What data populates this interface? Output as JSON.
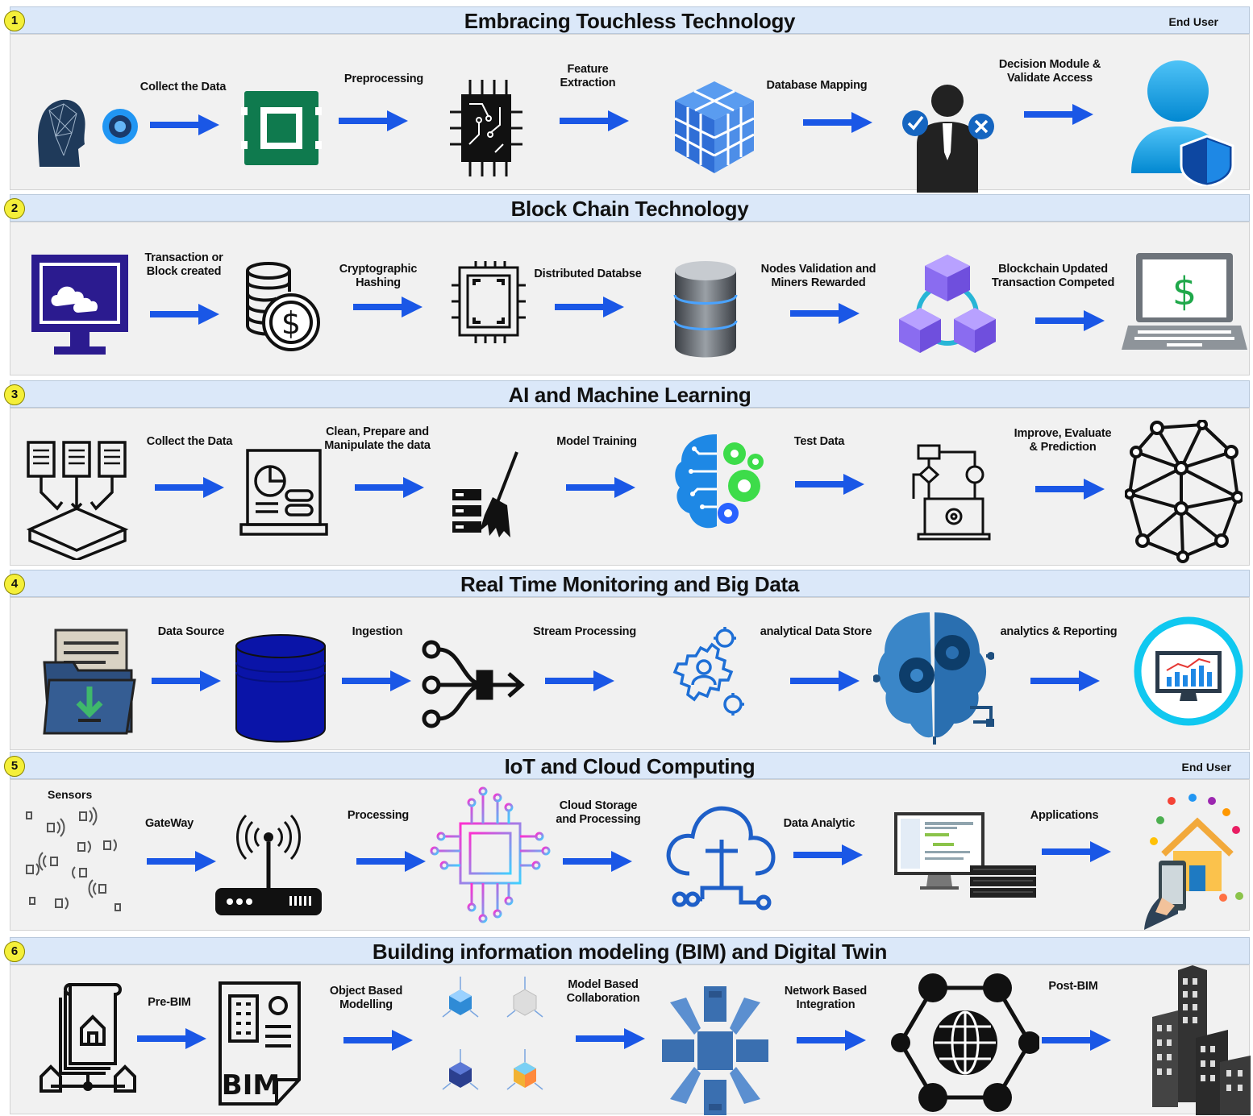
{
  "sections": [
    {
      "number": "1",
      "title": "Embracing Touchless Technology",
      "corner_label": "End User",
      "step_labels": [
        "Collect the Data",
        "Preprocessing",
        "Feature\nExtraction",
        "Database Mapping",
        "Decision Module &\nValidate Access"
      ],
      "icons": [
        "face-recognition-icon",
        "chip-icon",
        "circuit-chip-icon",
        "database-cube-icon",
        "decision-person-icon",
        "end-user-shield-icon"
      ]
    },
    {
      "number": "2",
      "title": "Block Chain Technology",
      "corner_label": "",
      "step_labels": [
        "Transaction or\nBlock created",
        "Cryptographic\nHashing",
        "Distributed Databse",
        "Nodes Validation and\nMiners Rewarded",
        "Blockchain Updated\nTransaction Competed"
      ],
      "icons": [
        "monitor-cloud-icon",
        "coins-dollar-icon",
        "chip-outline-icon",
        "database-cylinder-icon",
        "blockchain-cubes-icon",
        "laptop-dollar-icon"
      ],
      "dollar_symbol": "$"
    },
    {
      "number": "3",
      "title": "AI and Machine Learning",
      "corner_label": "",
      "step_labels": [
        "Collect the Data",
        "Clean, Prepare and\nManipulate the data",
        "Model Training",
        "Test Data",
        "Improve, Evaluate\n& Prediction"
      ],
      "icons": [
        "documents-inbox-icon",
        "laptop-dashboard-icon",
        "server-broom-icon",
        "brain-gears-icon",
        "flowchart-laptop-icon",
        "neural-network-icon"
      ]
    },
    {
      "number": "4",
      "title": "Real Time Monitoring and Big Data",
      "corner_label": "",
      "step_labels": [
        "Data Source",
        "Ingestion",
        "Stream Processing",
        "analytical Data Store",
        "analytics & Reporting"
      ],
      "icons": [
        "folder-download-icon",
        "database-blue-icon",
        "stream-merge-icon",
        "gear-person-icon",
        "brain-gears-blue-icon",
        "monitor-chart-icon"
      ]
    },
    {
      "number": "5",
      "title": "IoT and Cloud Computing",
      "corner_label": "End User",
      "sensor_label": "Sensors",
      "step_labels": [
        "GateWay",
        "Processing",
        "Cloud Storage\nand Processing",
        "Data Analytic",
        "Applications"
      ],
      "icons": [
        "sensors-icon",
        "router-icon",
        "processor-neon-icon",
        "cloud-network-icon",
        "computer-server-icon",
        "smart-home-phone-icon"
      ]
    },
    {
      "number": "6",
      "title": "Building information modeling (BIM) and Digital Twin",
      "corner_label": "",
      "step_labels": [
        "Pre-BIM",
        "Object Based\nModelling",
        "Model Based\nCollaboration",
        "Network Based\nIntegration",
        "Post-BIM"
      ],
      "icons": [
        "blueprint-house-icon",
        "bim-document-icon",
        "cube-models-icon",
        "network-cubes-icon",
        "globe-network-icon",
        "city-buildings-icon"
      ],
      "bim_text": "BIM"
    }
  ],
  "colors": {
    "arrow": "#1a57e6",
    "header_bg": "#dbe8f9",
    "badge": "#f4ef3a",
    "panel_bg": "#f1f1f1"
  }
}
